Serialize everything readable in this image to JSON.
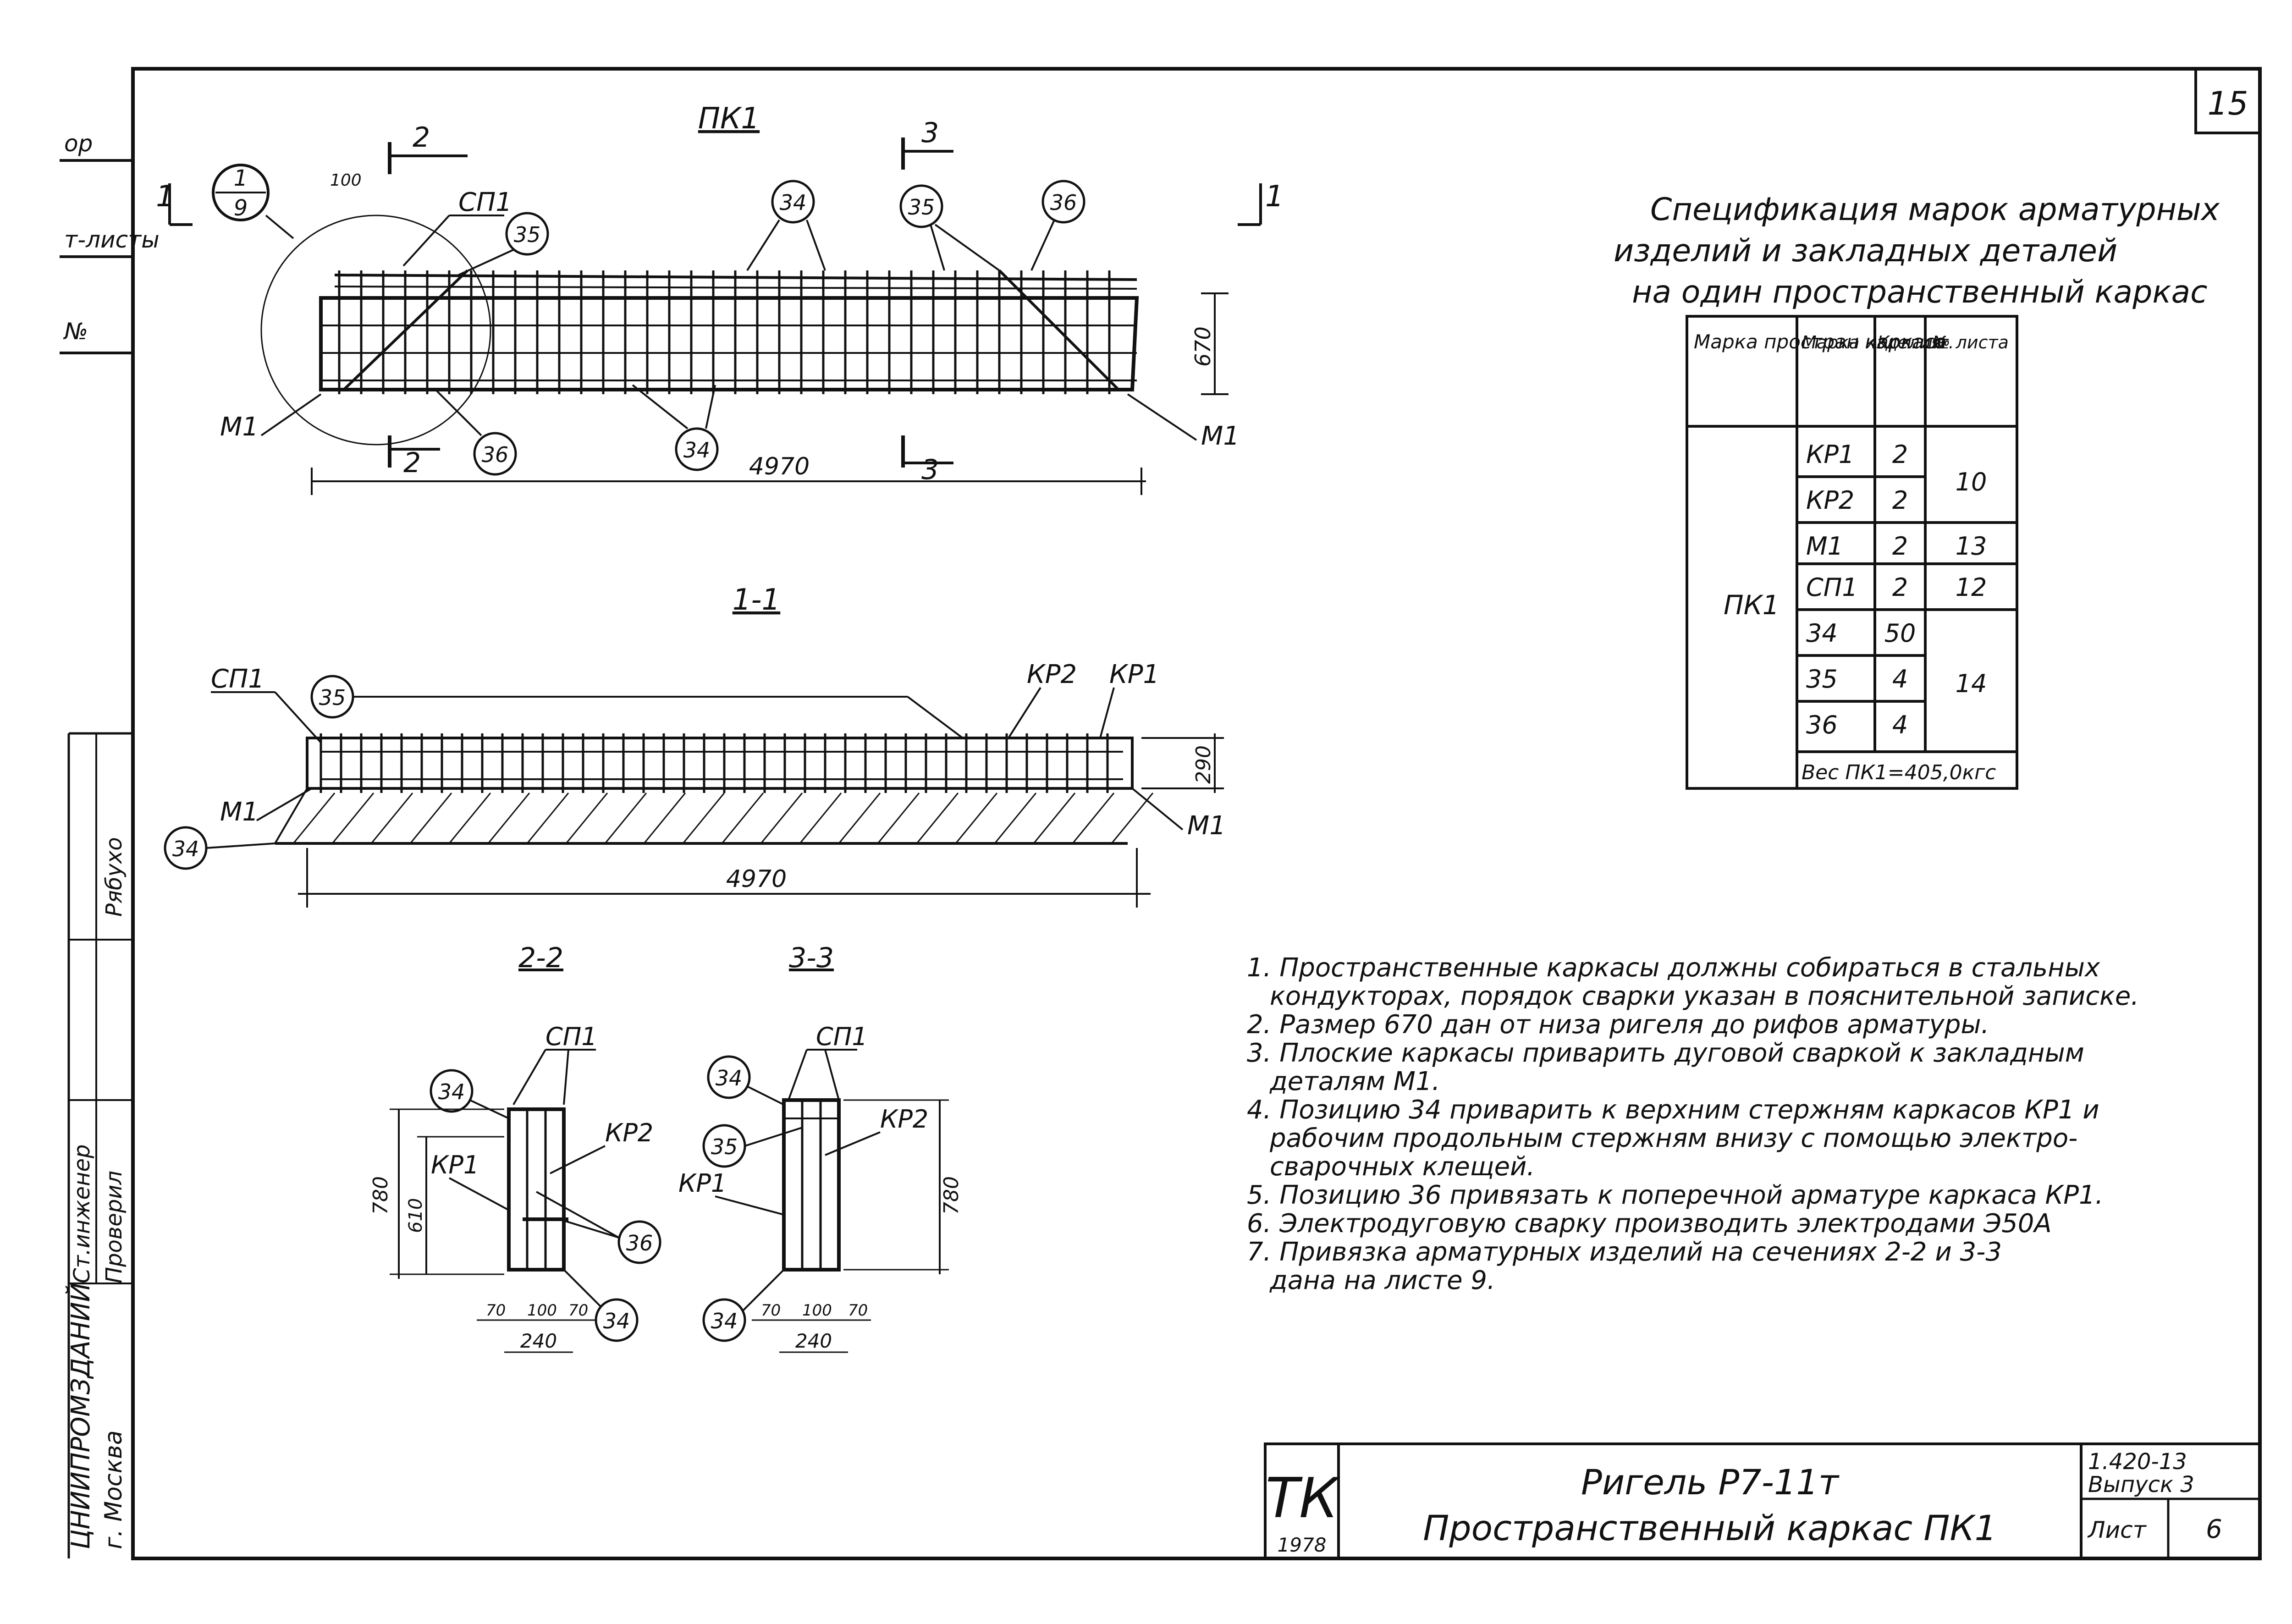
{
  "sheet_number": "15",
  "drawings": {
    "plan": {
      "title": "ПК1",
      "dimension_length": "4970",
      "dimension_height": "670",
      "dim_100": "100",
      "cut_1": "1",
      "cut_2": "2",
      "cut_3": "3",
      "detail_ref_top": "1",
      "detail_ref_bottom": "9",
      "labels": {
        "sp1": "СП1",
        "m1_left": "М1",
        "m1_right": "М1",
        "pos34": "34",
        "pos35": "35",
        "pos36": "36"
      }
    },
    "section_1_1": {
      "title": "1-1",
      "dimension_length": "4970",
      "dimension_height": "290",
      "labels": {
        "sp1": "СП1",
        "kr2": "КР2",
        "kr1": "КР1",
        "m1_left": "М1",
        "m1_right": "М1",
        "pos34": "34",
        "pos35": "35"
      }
    },
    "section_2_2": {
      "title": "2-2",
      "dim_780": "780",
      "dim_610": "610",
      "dim_70a": "70",
      "dim_100": "100",
      "dim_70b": "70",
      "dim_240": "240",
      "labels": {
        "sp1": "СП1",
        "kr2": "КР2",
        "kr1": "КР1",
        "pos34a": "34",
        "pos34b": "34",
        "pos36": "36"
      }
    },
    "section_3_3": {
      "title": "3-3",
      "dim_780": "780",
      "dim_70a": "70",
      "dim_100": "100",
      "dim_70b": "70",
      "dim_240": "240",
      "labels": {
        "sp1": "СП1",
        "kr2": "КР2",
        "kr1": "КР1",
        "pos34a": "34",
        "pos34b": "34",
        "pos35": "35"
      }
    }
  },
  "specification": {
    "title_lines": [
      "Спецификация марок арматурных",
      "изделий и закладных деталей",
      "на один пространственный каркас"
    ],
    "headers": [
      "Марка простран каркаса",
      "Марка изделия",
      "Кол. шт.",
      "№ листа"
    ],
    "frame": "ПК1",
    "rows": [
      {
        "item": "КР1",
        "qty": "2"
      },
      {
        "item": "КР2",
        "qty": "2"
      },
      {
        "item": "М1",
        "qty": "2"
      },
      {
        "item": "СП1",
        "qty": "2"
      },
      {
        "item": "34",
        "qty": "50"
      },
      {
        "item": "35",
        "qty": "4"
      },
      {
        "item": "36",
        "qty": "4"
      }
    ],
    "sheets": {
      "kr": "10",
      "m1": "13",
      "sp1": "12",
      "pos": "14"
    },
    "weight": "Вес ПК1=405,0кгс"
  },
  "notes": [
    "1. Пространственные каркасы должны собираться в стальных",
    "кондукторах, порядок сварки указан в пояснительной записке.",
    "2. Размер 670 дан от низа ригеля до рифов арматуры.",
    "3. Плоские каркасы приварить дуговой сваркой к закладным",
    "деталям М1.",
    "4. Позицию 34 приварить к верхним стержням каркасов КР1 и",
    "рабочим продольным стержням внизу с помощью электро-",
    "сварочных клещей.",
    "5. Позицию 36 привязать к поперечной арматуре каркаса КР1.",
    "6. Электродуговую сварку производить электродами Э50А",
    "7. Привязка арматурных изделий на сечениях 2-2 и 3-3",
    "дана на листе 9."
  ],
  "title_block": {
    "logo": "ТК",
    "year": "1978",
    "name_line1": "Ригель Р7-11т",
    "name_line2": "Пространственный каркас ПК1",
    "doc_code": "1.420-13",
    "issue": "Выпуск 3",
    "sheet_label": "Лист",
    "sheet_value": "6"
  },
  "left_margin": {
    "org": "ЦНИИПРОМЗДАНИЙ",
    "city": "г. Москва",
    "role1": "Ст.инженер",
    "role2": "Проверил",
    "name1": "Рябухо",
    "tab1": "ор",
    "tab2": "т-листы",
    "tab3": "№"
  }
}
